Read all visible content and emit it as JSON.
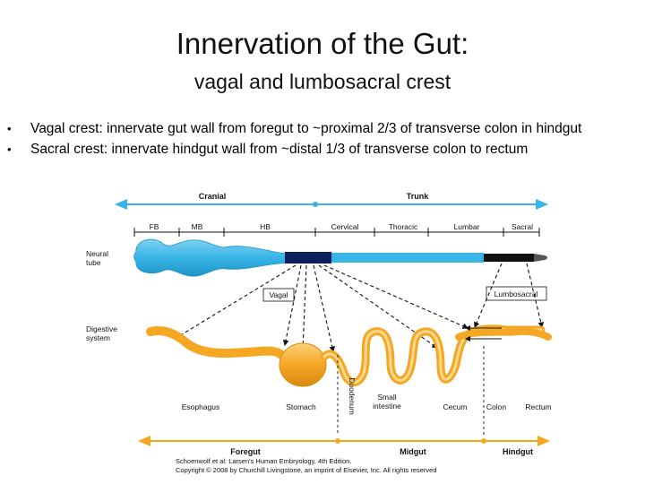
{
  "title": "Innervation of the Gut:",
  "subtitle": "vagal and lumbosacral crest",
  "bullets": [
    "Vagal crest: innervate gut wall from foregut to ~proximal 2/3 of transverse colon in hindgut",
    "Sacral crest: innervate hindgut wall from ~distal 1/3 of transverse colon to rectum"
  ],
  "diagram": {
    "top_axis": {
      "left": "Cranial",
      "right": "Trunk"
    },
    "segments": [
      "FB",
      "MB",
      "HB",
      "Cervical",
      "Thoracic",
      "Lumbar",
      "Sacral"
    ],
    "neural_tube_label": "Neural tube",
    "vagal_label": "Vagal",
    "lumbosacral_label": "Lumbosacral",
    "digestive_label": "Digestive system",
    "gut_parts": [
      "Esophagus",
      "Stomach",
      "Duodenum",
      "Small intestine",
      "Cecum",
      "Colon",
      "Rectum"
    ],
    "bottom_axis": [
      "Foregut",
      "Midgut",
      "Hindgut"
    ],
    "credit_line_1": "Schoenwolf et al: Larsen's Human Embryology, 4th Edition.",
    "credit_line_2": "Copyright © 2008 by Churchill Livingstone, an imprint of Elsevier, Inc. All rights reserved",
    "colors": {
      "cyan": "#38b4e6",
      "navy": "#0d1f5c",
      "orange": "#f5a623",
      "orange_dark": "#c77a0a",
      "black": "#111111"
    }
  }
}
